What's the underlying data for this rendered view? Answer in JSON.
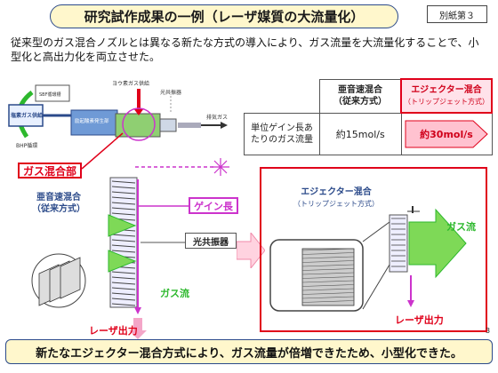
{
  "title": "研究試作成果の一例（レーザ媒質の大流量化）",
  "doc_tag": "別紙第３",
  "intro": "従来型のガス混合ノズルとは異なる新たな方式の導入により、ガス流量を大流量化することで、小型化と高出力化を両立させた。",
  "table": {
    "col_conventional": "亜音速混合",
    "col_conventional_sub": "（従来方式）",
    "col_ejector": "エジェクター混合",
    "col_ejector_sub": "（トリップジェット方式）",
    "row_label": "単位ゲイン長あたりのガス流量",
    "conventional_value": "約15mol/s",
    "ejector_value": "約30mol/s"
  },
  "system_diagram": {
    "label_tank": "SBF循環槽",
    "label_chlorine": "塩素ガス供給",
    "label_bhp": "BHP循環",
    "label_generator": "励起酸素発生部",
    "label_iodine": "ヨウ素ガス供給",
    "label_resonator_top": "光共振器",
    "label_exhaust": "排気ガス",
    "gas_mixing": "ガス混合部"
  },
  "left_diagram": {
    "title": "亜音速混合",
    "subtitle": "（従来方式）",
    "gain_length": "ゲイン長",
    "resonator": "光共振器",
    "gas_flow": "ガス流",
    "laser_output": "レーザ出力"
  },
  "right_diagram": {
    "title": "エジェクター混合",
    "subtitle": "（トリップジェット方式）",
    "gas_flow": "ガス流",
    "laser_output": "レーザ出力"
  },
  "footer": "新たなエジェクター混合方式により、ガス流量が倍増できたため、小型化できた。",
  "page_number": "3",
  "colors": {
    "accent_red": "#e0001a",
    "gas_green": "#2db82d",
    "laser_magenta": "#cc33cc",
    "title_bg": "#fff7cc"
  }
}
